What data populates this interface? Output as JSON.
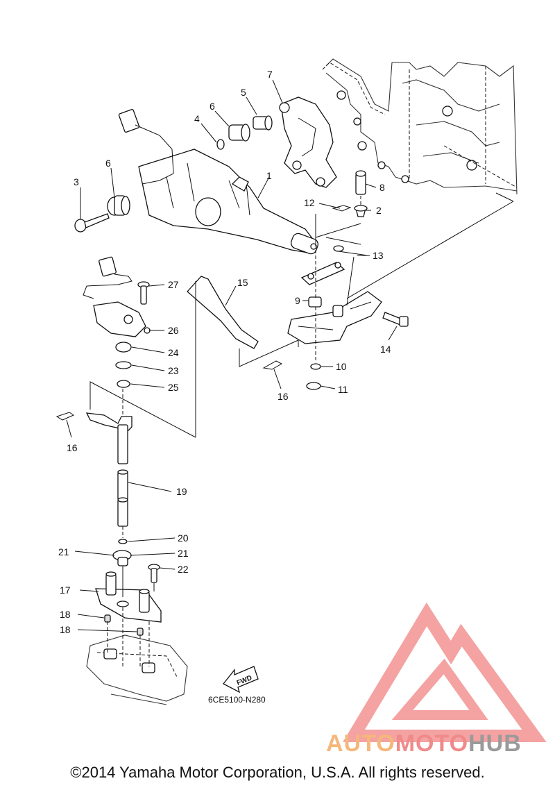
{
  "diagram_code": "6CE5100-N280",
  "fwd_label": "FWD",
  "copyright": "©2014 Yamaha Motor Corporation, U.S.A. All rights reserved.",
  "watermark": {
    "part1": "AUTO",
    "part2": "MOTO",
    "part3": "HUB",
    "color1": "#f5b77a",
    "color2": "#f08a8a",
    "color3": "#9a9a9a",
    "logo_color": "#f28b8b"
  },
  "callouts": {
    "c1": "1",
    "c2": "2",
    "c3": "3",
    "c4": "4",
    "c5": "5",
    "c6a": "6",
    "c6b": "6",
    "c7": "7",
    "c8": "8",
    "c9": "9",
    "c10": "10",
    "c11": "11",
    "c12": "12",
    "c13": "13",
    "c14": "14",
    "c15": "15",
    "c16a": "16",
    "c16b": "16",
    "c17": "17",
    "c18a": "18",
    "c18b": "18",
    "c19": "19",
    "c20": "20",
    "c21a": "21",
    "c21b": "21",
    "c22": "22",
    "c23": "23",
    "c24": "24",
    "c25": "25",
    "c26": "26",
    "c27": "27"
  }
}
